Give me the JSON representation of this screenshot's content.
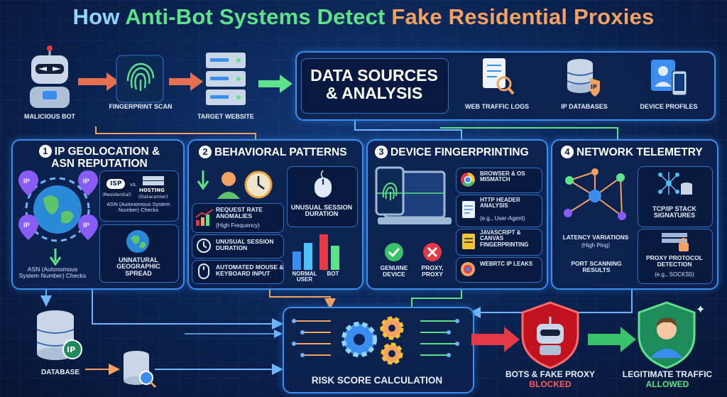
{
  "title": {
    "part1": "How ",
    "part2": "Anti-Bot Systems Detect ",
    "part3": "Fake Residential Proxies"
  },
  "flow": {
    "bot": "MALICIOUS BOT",
    "scan": "FINGERPRINT SCAN",
    "target": "TARGET WEBSITE"
  },
  "sources": {
    "title_line1": "DATA SOURCES",
    "title_line2": "& ANALYSIS",
    "logs": "WEB TRAFFIC LOGS",
    "ipdb": "IP DATABASES",
    "devices": "DEVICE PROFILES",
    "ip_tag": "IP"
  },
  "p1": {
    "num": "1",
    "title_line1": "IP GEOLOCATION &",
    "title_line2": "ASN REPUTATION",
    "pin": "IP",
    "isp": "ISP",
    "isp_sub": "(Residential)",
    "vs": "vs.",
    "hosting": "HOSTING",
    "hosting_sub": "(Datacenter)",
    "asn_note": "ASN (Autonomous System Number) Checks",
    "geo": "UNNATURAL GEOGRAPHIC SPREAD",
    "asn_bottom": "ASN (Autonomous System Number) Checks"
  },
  "p2": {
    "num": "2",
    "title": "BEHAVIORAL PATTERNS",
    "rate": "REQUEST RATE ANOMALIES",
    "rate_sub": "(High Frequency)",
    "session": "UNUSUAL SESSION DURATION",
    "mouse": "AUTOMATED MOUSE & KEYBOARD INPUT",
    "session_top": "UNUSUAL SESSION DURATION",
    "normal": "NORMAL USER",
    "botlbl": "BOT"
  },
  "p3": {
    "num": "3",
    "title": "DEVICE FINGERPRINTING",
    "browser": "BROWSER & OS MISMATCH",
    "http": "HTTP HEADER ANALYSIS",
    "http_sub": "(e.g., User-Agent)",
    "js": "JAVASCRIPT & CANVAS FINGERPRINTING",
    "webrtc": "WEBRTC IP LEAKS",
    "genuine": "GENUINE DEVICE",
    "proxy": "PROXY, PROXY"
  },
  "p4": {
    "num": "4",
    "title": "NETWORK TELEMETRY",
    "tcp": "TCP/IP STACK SIGNATURES",
    "latency": "LATENCY VARIATIONS",
    "latency_sub": "(High Ping)",
    "ports": "PORT SCANNING RESULTS",
    "protocol": "PROXY PROTOCOL DETECTION",
    "protocol_sub": "(e.g., SOCKS5)"
  },
  "bottom": {
    "database": "DATABASE",
    "ip_tag": "IP",
    "risk": "RISK SCORE CALCULATION",
    "blocked_line1": "BOTS & FAKE PROXY",
    "blocked_line2": "BLOCKED",
    "allowed_line1": "LEGITIMATE TRAFFIC",
    "allowed_line2": "ALLOWED"
  },
  "colors": {
    "accent_blue": "#3b8df0",
    "green": "#5ee38a",
    "orange": "#f4a261",
    "red": "#e63946"
  }
}
